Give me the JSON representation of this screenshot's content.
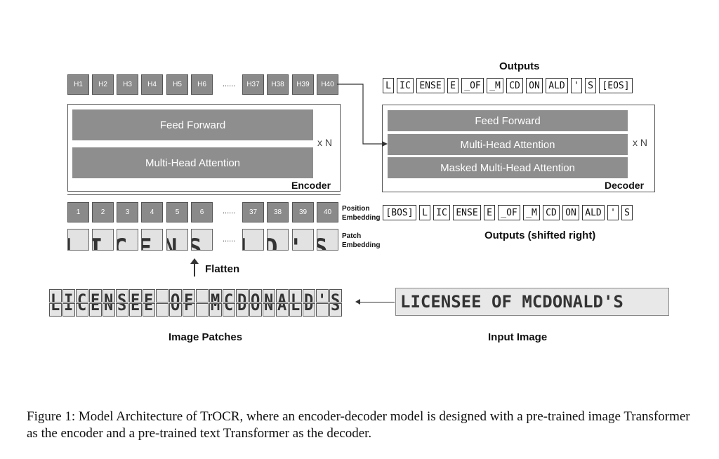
{
  "encoder": {
    "hidden_tokens": [
      "H1",
      "H2",
      "H3",
      "H4",
      "H5",
      "H6",
      "H37",
      "H38",
      "H39",
      "H40"
    ],
    "ellipsis": "......",
    "feed_forward": "Feed Forward",
    "attention": "Multi-Head Attention",
    "repeat": "x N",
    "title": "Encoder",
    "positions": [
      "1",
      "2",
      "3",
      "4",
      "5",
      "6",
      "37",
      "38",
      "39",
      "40"
    ],
    "position_label_1": "Position",
    "position_label_2": "Embedding",
    "patch_label_1": "Patch",
    "patch_label_2": "Embedding",
    "patch_chars": [
      "L",
      "I",
      "C",
      "E",
      "N",
      "S",
      "L",
      "D",
      "'",
      "S"
    ]
  },
  "decoder": {
    "outputs_title": "Outputs",
    "output_tokens": [
      "L",
      "IC",
      "ENSE",
      "E",
      "_OF",
      "_M",
      "CD",
      "ON",
      "ALD",
      "'",
      "S",
      "[EOS]"
    ],
    "feed_forward": "Feed Forward",
    "attention": "Multi-Head Attention",
    "masked_attention": "Masked Multi-Head Attention",
    "repeat": "x N",
    "title": "Decoder",
    "input_tokens": [
      "[BOS]",
      "L",
      "IC",
      "ENSE",
      "E",
      "_OF",
      "_M",
      "CD",
      "ON",
      "ALD",
      "'",
      "S"
    ],
    "shifted_label": "Outputs (shifted right)"
  },
  "flatten_label": "Flatten",
  "image_patches_label": "Image Patches",
  "input_image_label": "Input Image",
  "input_image_text": "LICENSEE OF MCDONALD'S",
  "caption": "Figure 1: Model Architecture of TrOCR, where an encoder-decoder model is designed with a pre-trained image Transformer as the encoder and a pre-trained text Transformer as the decoder."
}
